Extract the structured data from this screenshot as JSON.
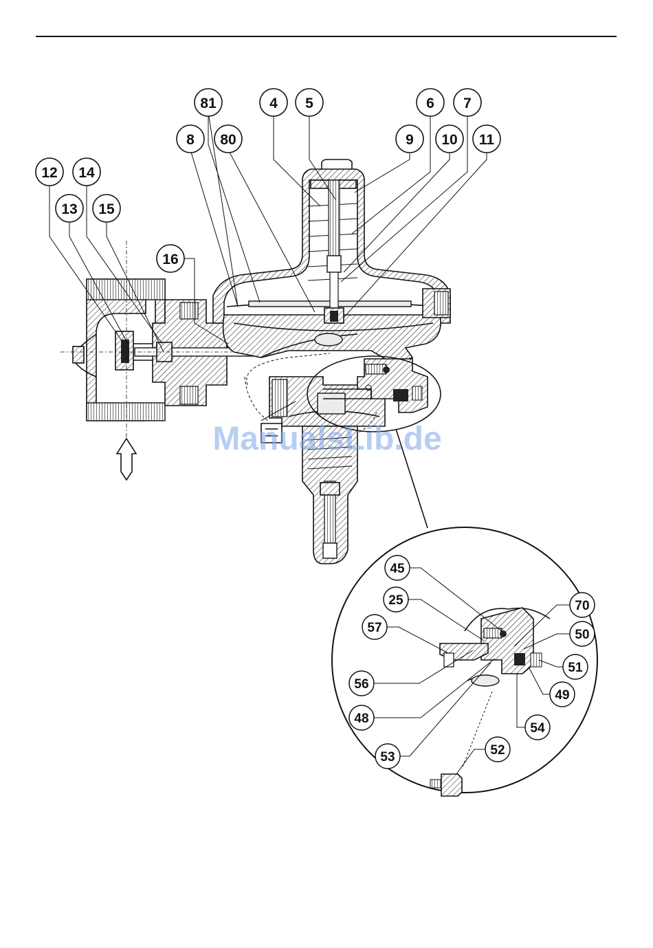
{
  "callouts_main": [
    "81",
    "4",
    "5",
    "6",
    "7",
    "8",
    "80",
    "9",
    "10",
    "11",
    "12",
    "14",
    "13",
    "15",
    "16"
  ],
  "callouts_detail": [
    "45",
    "25",
    "70",
    "57",
    "50",
    "51",
    "56",
    "49",
    "48",
    "54",
    "53",
    "52"
  ],
  "watermark": "ManualsLib.de",
  "colors": {
    "ink": "#111111",
    "watermark": "#7fa6e8",
    "rule": "#111111"
  }
}
